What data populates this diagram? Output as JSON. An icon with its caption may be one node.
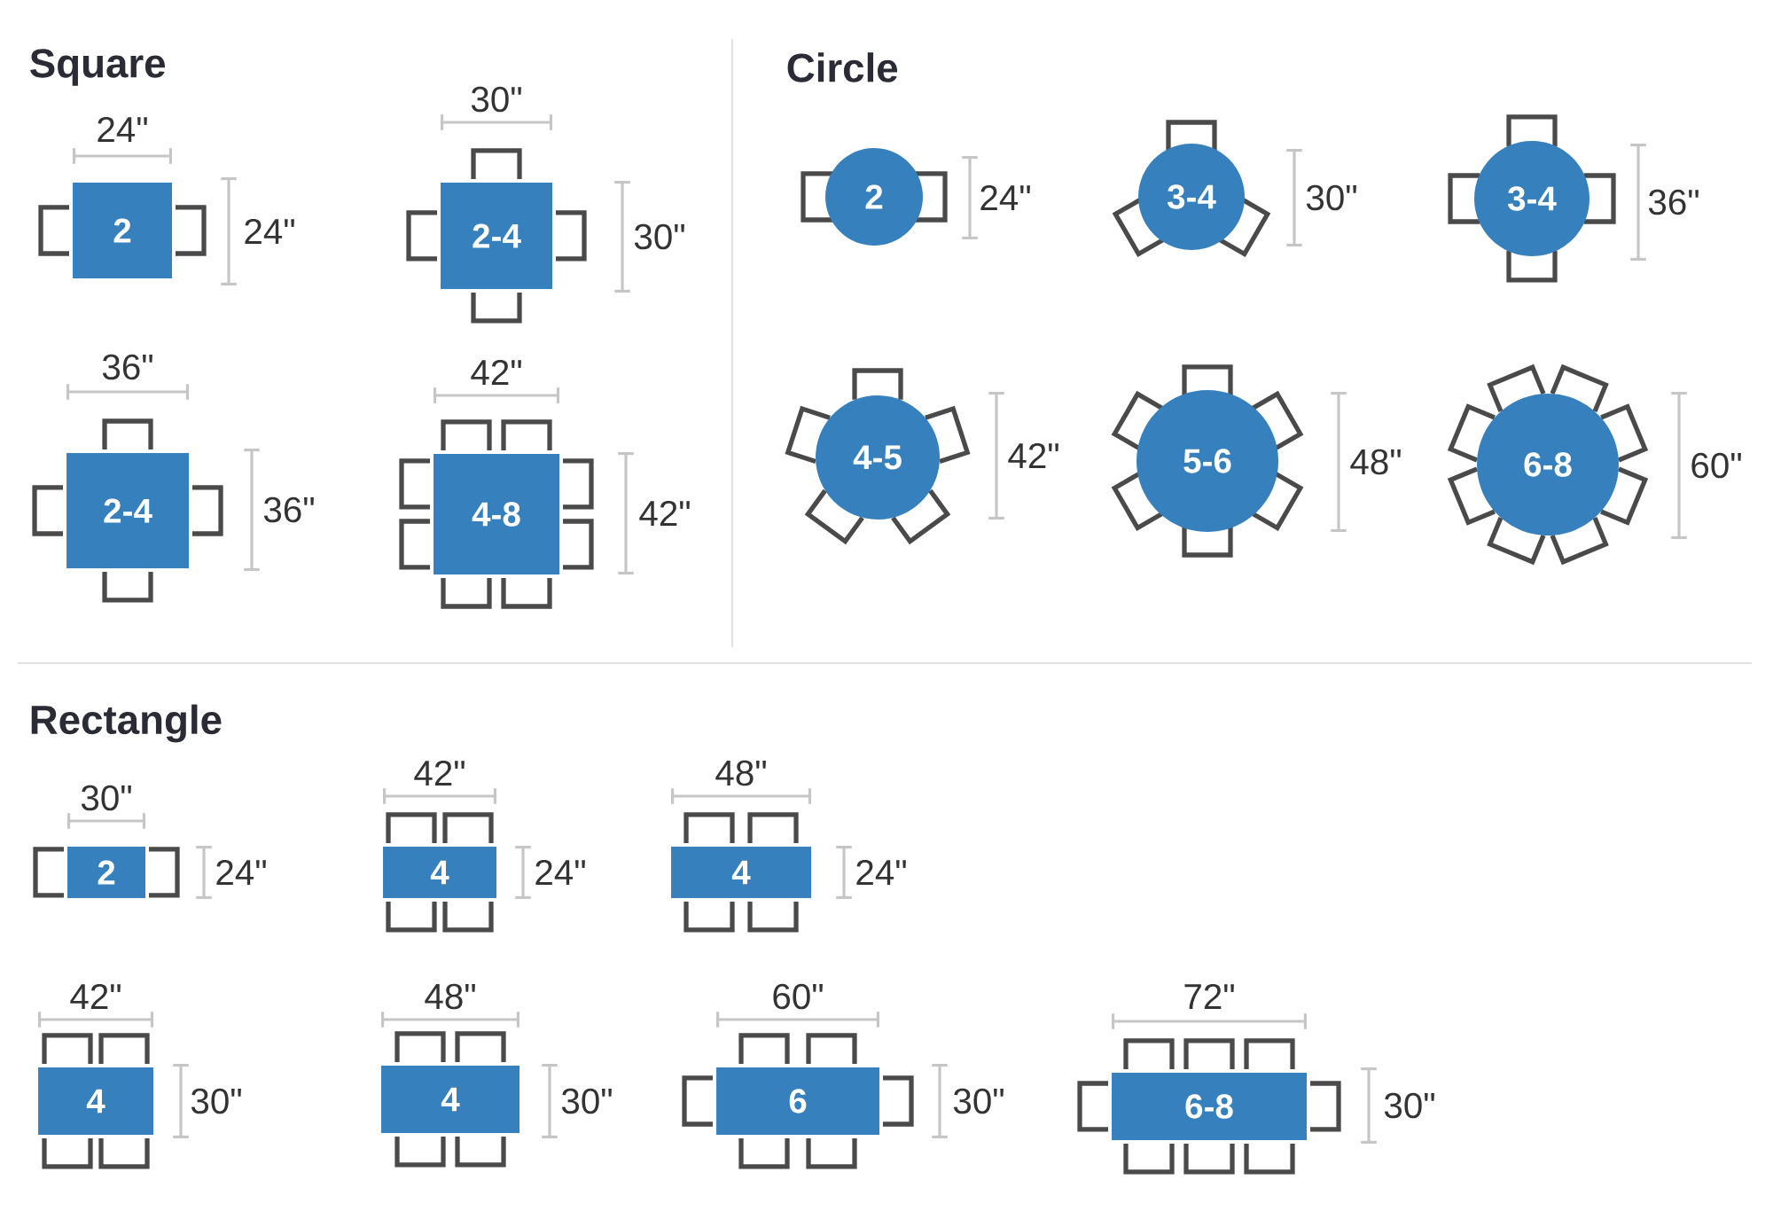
{
  "diagram": {
    "nodes": [
      {
        "text": [
          "2"
        ],
        "beside": [
          "24\"",
          "24\""
        ]
      },
      {
        "text": [
          "2-4"
        ],
        "beside": [
          "30\"",
          "30\""
        ]
      },
      {
        "text": [
          "2-4"
        ],
        "beside": [
          "36\"",
          "36\""
        ]
      },
      {
        "text": [
          "4-8"
        ],
        "beside": [
          "42\"",
          "42\""
        ]
      },
      {
        "text": [
          "2"
        ],
        "beside": [
          "24\""
        ]
      },
      {
        "text": [
          "3-4"
        ],
        "beside": [
          "30\""
        ]
      },
      {
        "text": [
          "3-4"
        ],
        "beside": [
          "36\""
        ]
      },
      {
        "text": [
          "4-5"
        ],
        "beside": [
          "42\""
        ]
      },
      {
        "text": [
          "5-6"
        ],
        "beside": [
          "48\""
        ]
      },
      {
        "text": [
          "6-8"
        ],
        "beside": [
          "60\""
        ]
      },
      {
        "text": [
          "2"
        ],
        "beside": [
          "30\"",
          "24\""
        ]
      },
      {
        "text": [
          "4"
        ],
        "beside": [
          "42\"",
          "24\""
        ]
      },
      {
        "text": [
          "4"
        ],
        "beside": [
          "48\"",
          "24\""
        ]
      },
      {
        "text": [
          "4"
        ],
        "beside": [
          "42\"",
          "30\""
        ]
      },
      {
        "text": [
          "4"
        ],
        "beside": [
          "48\"",
          "30\""
        ]
      },
      {
        "text": [
          "6"
        ],
        "beside": [
          "60\"",
          "30\""
        ]
      },
      {
        "text": [
          "6-8"
        ],
        "beside": [
          "72\"",
          "30\""
        ]
      }
    ],
    "labels": [
      "Square",
      "Circle",
      "Rectangle"
    ]
  }
}
